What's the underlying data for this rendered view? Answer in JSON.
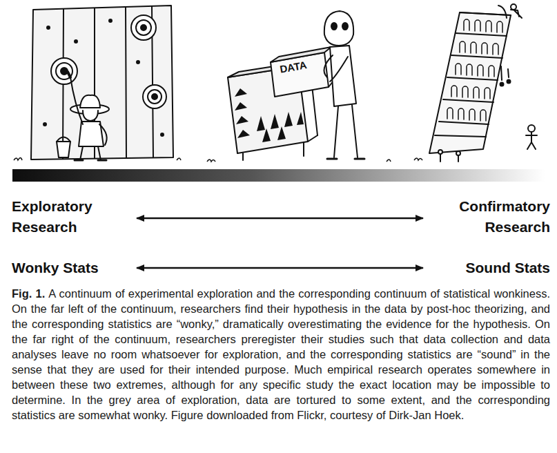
{
  "diagram": {
    "caption": "A continuum of experimental exploration and the corresponding continuum of statistical wonkiness. On the far left of the continuum, researchers find their hypothesis in the data by post-hoc theorizing, and the corresponding statistics are “wonky,” dramatically overestimating the evidence for the hypothesis. On the far right of the continuum, researchers preregister their studies such that data collection and data analyses leave no room whatsoever for exploration, and the corresponding statistics are “sound” in the sense that they are used for their intended purpose. Much empirical research operates somewhere in between these two extremes, although for any specific study the exact location may be impossible to determine. In the grey area of exploration, data are tortured to some extent, and the corresponding statistics are somewhat wonky. Figure downloaded from Flickr, courtesy of Dirk-Jan Hoek.",
    "labels": [
      "DATA",
      "Exploratory Research",
      "Confirmatory Research",
      "Wonky Stats",
      "Sound Stats",
      "Fig. 1."
    ]
  }
}
